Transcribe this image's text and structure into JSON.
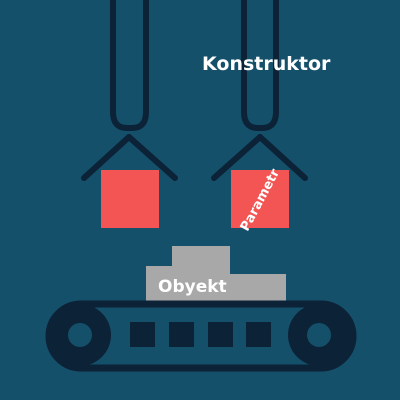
{
  "labels": {
    "title": "Konstruktor",
    "block_right": "Parametr",
    "object": "Obyekt"
  },
  "colors": {
    "background": "#15506b",
    "outline": "#0c2237",
    "block": "#f35555",
    "object": "#a8a8a8",
    "text": "#ffffff"
  },
  "icons": {
    "arm_left": "robotic-arm-icon",
    "arm_right": "robotic-arm-icon",
    "conveyor": "conveyor-belt-icon"
  }
}
